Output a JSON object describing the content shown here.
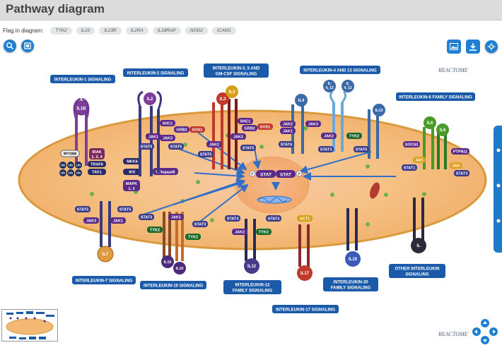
{
  "header": {
    "title": "Pathway diagram"
  },
  "flags": {
    "label": "Flag in diagram:",
    "chips": [
      "TYK2",
      "IL10",
      "IL23R",
      "IL2RA",
      "IL18RAP",
      "NOD2",
      "ICAM1"
    ]
  },
  "toolbar": {
    "left": [
      "search-icon",
      "fit-icon"
    ],
    "right": [
      "image-export-icon",
      "download-icon",
      "settings-icon"
    ]
  },
  "pathways": {
    "il1": "INTERLEUKIN-1 SIGNALING",
    "il2": "INTERLEUKIN-2 SIGNALING",
    "il3_l1": "INTERLEUKIN-3, 5 AND",
    "il3_l2": "GM-CSF SIGNALING",
    "il4": "INTERLEUKIN-4 AND 13 SIGNALING",
    "il6": "INTERLEUKIN-6 FAMILY SIGNALING",
    "il7": "INTERLEUKIN-7 SIGNALING",
    "il10": "INTERLEUKIN-10 SIGNALING",
    "il12_l1": "INTERLEUKIN-12",
    "il12_l2": "FAMILY SIGNALING",
    "il17": "INTERLEUKIN-17 SIGNALING",
    "il20_l1": "INTERLEUKIN-20",
    "il20_l2": "FAMILY SIGNALING",
    "other_l1": "OTHER INTERLEUKIN",
    "other_l2": "SIGNALING"
  },
  "receptors": {
    "il1b": "IL1B",
    "il2": "IL2",
    "il3": "IL3",
    "il3b": "IL3",
    "il4": "IL4",
    "il4_13a_1": "IL",
    "il4_13a_2": "4, 13",
    "il4_13b_1": "IL",
    "il4_13b_2": "4, 13",
    "il13": "IL13",
    "il6": "IL6",
    "il6b": "IL6",
    "il7": "IL7",
    "il10a": "IL10",
    "il10b": "IL10",
    "il12": "IL12",
    "il17": "IL17",
    "il19": "IL19",
    "il_other": "IL"
  },
  "proteins": {
    "myd88": "MYD88",
    "irak_1": "IRAK",
    "irak_2": "1, 2, 4",
    "traf6": "TRAF6",
    "tak1": "TAK1",
    "ub": "Ub",
    "mkk6": "MKK6",
    "ikk": "IKK",
    "mapk_1": "MAPK",
    "mapk_2": "1, 3",
    "nfkappab": "NFkappaB",
    "il2_shc1": "SHC1",
    "il2_grb2": "GRB2",
    "il2_sos1": "SOS1",
    "il2_jak1": "JAK1",
    "il2_jak3": "JAK3",
    "il2_stat5a": "STAT5",
    "il2_stat5b": "STAT5",
    "il3_shc1": "SHC1",
    "il3_grb2": "GRB2",
    "il3_sos1": "SOS1",
    "il3_jak2a": "JAK2",
    "il3_jak2b": "JAK2",
    "il3_stat5a": "STAT5",
    "il3_stat5b": "STAT5",
    "il4_jak1": "JAK1",
    "il4_jak2": "JAK2",
    "il4_jak3": "JAK3",
    "il4_tyk2": "TYK2",
    "il4_stat6a": "STAT6",
    "il4_stat6b": "STAT6",
    "il4_stat3": "STAT3",
    "il6_socs3": "SOCS3",
    "il6_ptpn11": "PTPN11",
    "il6_jaka": "JAK",
    "il6_jakb": "JAK",
    "il6_stat1": "STAT1",
    "il6_stat3": "STAT3",
    "stat_a": "STAT",
    "stat_b": "STAT",
    "il7_stat5a": "STAT5",
    "il7_stat5b": "STAT5",
    "il7_jak3": "JAK3",
    "il7_jak1": "JAK1",
    "il10_stat3a": "STAT3",
    "il10_stat3b": "STAT3",
    "il10_jak1": "JAK1",
    "il10_tyk2a": "TYK2",
    "il10_tyk2b": "TYK2",
    "il12_stat4a": "STAT4",
    "il12_stat4b": "STAT4",
    "il12_jak2": "JAK2",
    "il12_tyk2": "TYK2",
    "act1": "ACT1",
    "p": "P"
  },
  "logo": {
    "text": "REACTOME"
  }
}
